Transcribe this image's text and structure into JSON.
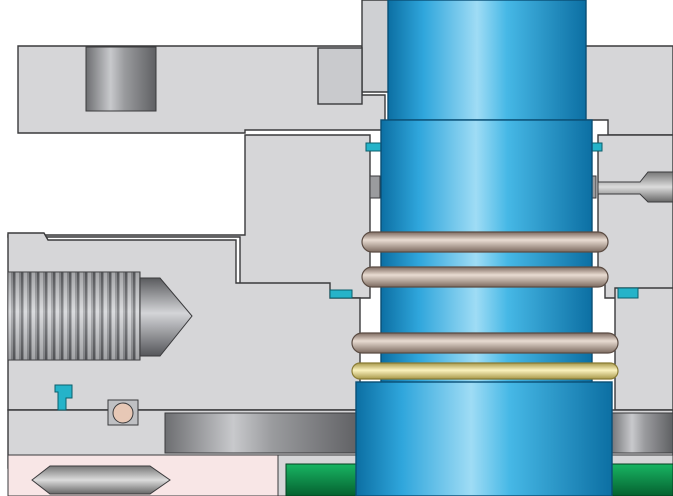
{
  "diagram": {
    "view": "cross-section",
    "colors": {
      "background": "#ffffff",
      "housing": "#d6d6d8",
      "housing_dark": "#a9aaad",
      "outline": "#3a3a3c",
      "shaft": "#2fa6dc",
      "shaft_light": "#9fdcf5",
      "shaft_dark": "#0c6fa3",
      "o_ring": "#c8b8ac",
      "o_ring_dark": "#7d6b60",
      "wear_ring": "#efe39a",
      "wear_ring_dark": "#a8984a",
      "seal_lip": "#25b3c9",
      "seal_block": "#0e9a4f",
      "seal_block_dark": "#05602f",
      "bolt": "#8e8f92",
      "pink_area": "#f8e6e6",
      "pin": "#e7c8b6"
    },
    "parts": [
      "upper-flange",
      "counterbore-hole",
      "guide-sleeve",
      "piston-rod",
      "o-ring",
      "wear-ring",
      "seal-lip",
      "threaded-bolt",
      "dowel-pin",
      "rod-seal-block",
      "bottom-pin"
    ]
  }
}
